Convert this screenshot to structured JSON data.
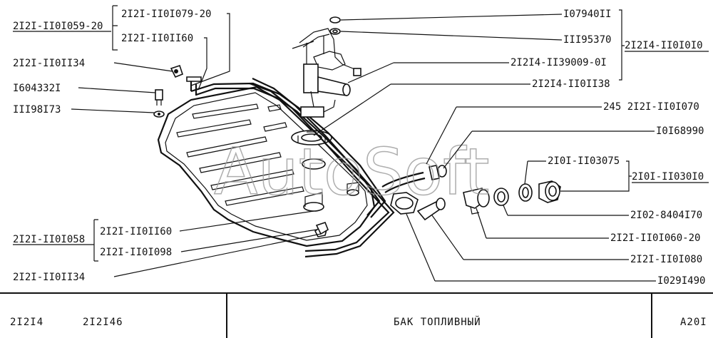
{
  "watermark": "AutoSoft",
  "left_labels": {
    "grp1": "2I2I-II0I059-20",
    "l1": "2I2I-II0I079-20",
    "l2": "2I2I-II0II60",
    "l3": "2I2I-II0II34",
    "l4": "I604332I",
    "l5": "III98I73",
    "grp2": "2I2I-II0I058",
    "l6": "2I2I-II0II60",
    "l7": "2I2I-II0I098",
    "l8": "2I2I-II0II34"
  },
  "right_labels": {
    "r1": "I07940II",
    "r2": "III95370",
    "grp3": "2I2I4-II0I0I0",
    "r3": "2I2I4-II39009-0I",
    "r4": "2I2I4-II0II38",
    "r5": "245  2I2I-II0I070",
    "r6": "I0I68990",
    "r7": "2I0I-II03075",
    "grp4": "2I0I-II030I0",
    "r8": "2I02-8404I70",
    "r9": "2I2I-II0I060-20",
    "r10": "2I2I-II0I080",
    "r11": "I029I490"
  },
  "footer": {
    "models_a": "2I2I4",
    "models_b": "2I2I46",
    "title": "БАК  ТОПЛИВНЫЙ",
    "code": "A20I"
  }
}
